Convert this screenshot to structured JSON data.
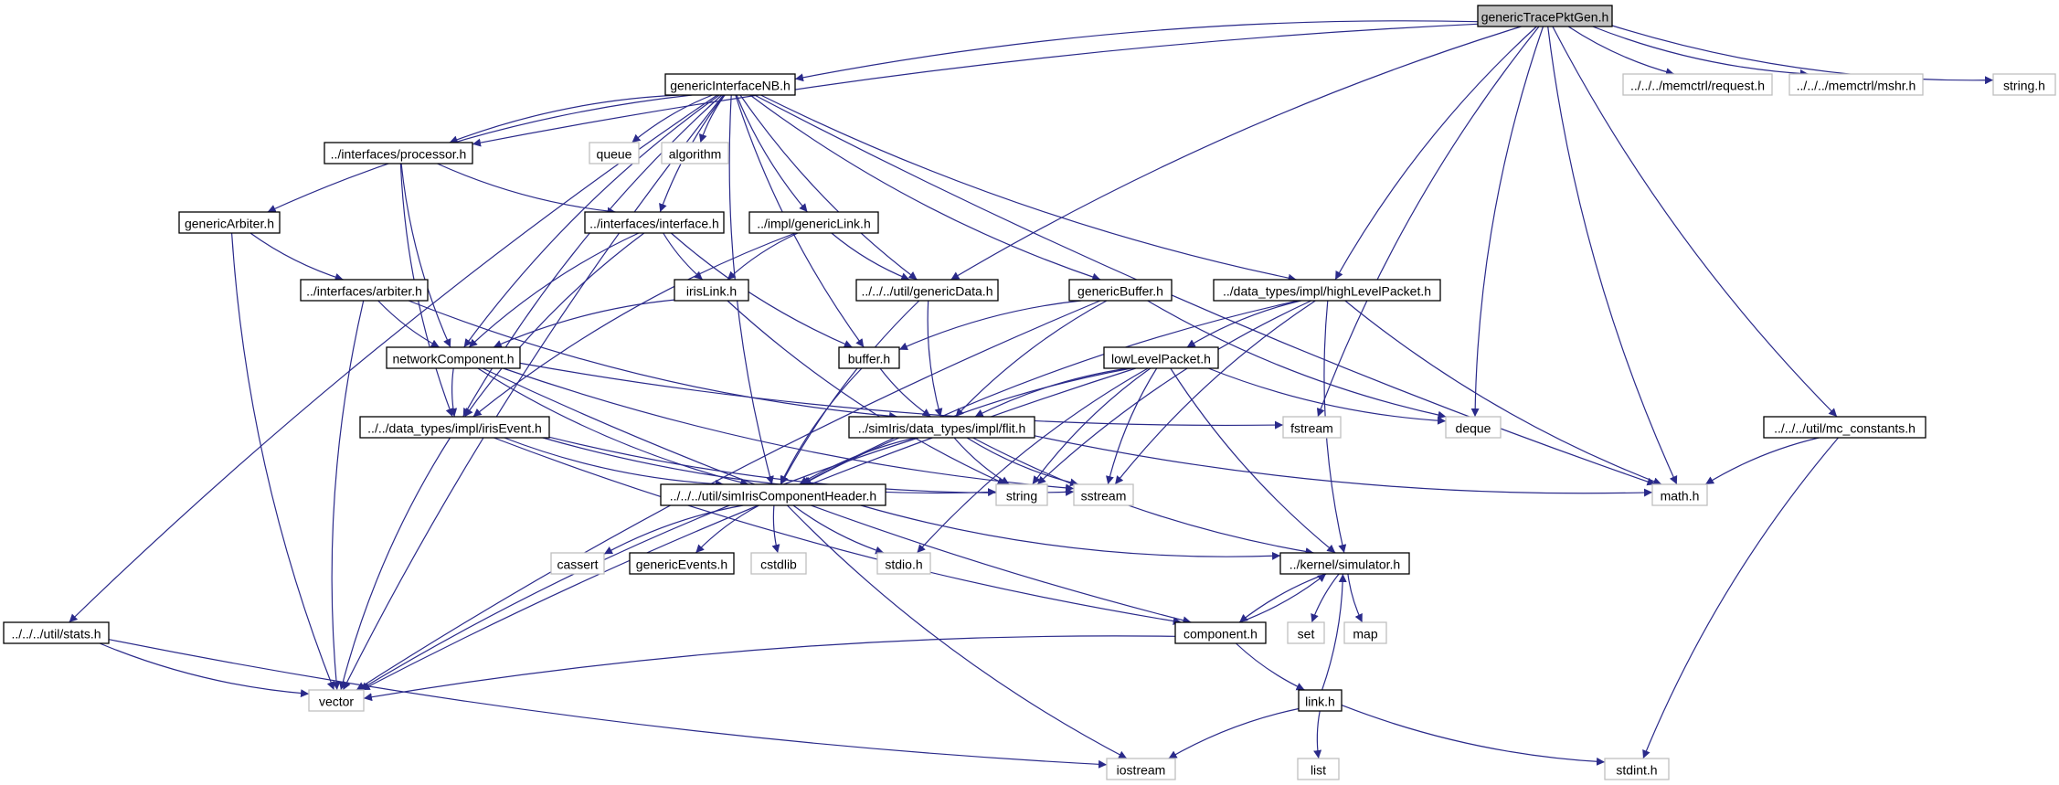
{
  "diagram": {
    "nodes": [
      {
        "id": "genericTracePktGen",
        "label": "genericTracePktGen.h",
        "kind": "root"
      },
      {
        "id": "genericInterfaceNB",
        "label": "genericInterfaceNB.h",
        "kind": "local"
      },
      {
        "id": "memctrl_request",
        "label": "../../../memctrl/request.h",
        "kind": "system"
      },
      {
        "id": "memctrl_mshr",
        "label": "../../../memctrl/mshr.h",
        "kind": "system"
      },
      {
        "id": "string_h",
        "label": "string.h",
        "kind": "system"
      },
      {
        "id": "processor",
        "label": "../interfaces/processor.h",
        "kind": "local"
      },
      {
        "id": "queue",
        "label": "queue",
        "kind": "system"
      },
      {
        "id": "algorithm",
        "label": "algorithm",
        "kind": "system"
      },
      {
        "id": "genericArbiter",
        "label": "genericArbiter.h",
        "kind": "local"
      },
      {
        "id": "interface",
        "label": "../interfaces/interface.h",
        "kind": "local"
      },
      {
        "id": "genericLink",
        "label": "../impl/genericLink.h",
        "kind": "local"
      },
      {
        "id": "arbiter",
        "label": "../interfaces/arbiter.h",
        "kind": "local"
      },
      {
        "id": "irisLink",
        "label": "irisLink.h",
        "kind": "local"
      },
      {
        "id": "genericData",
        "label": "../../../util/genericData.h",
        "kind": "local"
      },
      {
        "id": "genericBuffer",
        "label": "genericBuffer.h",
        "kind": "local"
      },
      {
        "id": "highLevelPacket",
        "label": "../data_types/impl/highLevelPacket.h",
        "kind": "local"
      },
      {
        "id": "networkComponent",
        "label": "networkComponent.h",
        "kind": "local"
      },
      {
        "id": "buffer",
        "label": "buffer.h",
        "kind": "local"
      },
      {
        "id": "lowLevelPacket",
        "label": "lowLevelPacket.h",
        "kind": "local"
      },
      {
        "id": "irisEvent",
        "label": "../../data_types/impl/irisEvent.h",
        "kind": "local"
      },
      {
        "id": "flit",
        "label": "../simIris/data_types/impl/flit.h",
        "kind": "local"
      },
      {
        "id": "fstream",
        "label": "fstream",
        "kind": "system"
      },
      {
        "id": "deque",
        "label": "deque",
        "kind": "system"
      },
      {
        "id": "mc_constants",
        "label": "../../../util/mc_constants.h",
        "kind": "local"
      },
      {
        "id": "simIrisComponentHeader",
        "label": "../../../util/simIrisComponentHeader.h",
        "kind": "local"
      },
      {
        "id": "string",
        "label": "string",
        "kind": "system"
      },
      {
        "id": "sstream",
        "label": "sstream",
        "kind": "system"
      },
      {
        "id": "math_h",
        "label": "math.h",
        "kind": "system"
      },
      {
        "id": "cassert",
        "label": "cassert",
        "kind": "system"
      },
      {
        "id": "genericEvents",
        "label": "genericEvents.h",
        "kind": "local"
      },
      {
        "id": "cstdlib",
        "label": "cstdlib",
        "kind": "system"
      },
      {
        "id": "stdio_h",
        "label": "stdio.h",
        "kind": "system"
      },
      {
        "id": "simulator",
        "label": "../kernel/simulator.h",
        "kind": "local"
      },
      {
        "id": "stats",
        "label": "../../../util/stats.h",
        "kind": "local"
      },
      {
        "id": "component",
        "label": "component.h",
        "kind": "local"
      },
      {
        "id": "set",
        "label": "set",
        "kind": "system"
      },
      {
        "id": "map",
        "label": "map",
        "kind": "system"
      },
      {
        "id": "vector",
        "label": "vector",
        "kind": "system"
      },
      {
        "id": "link",
        "label": "link.h",
        "kind": "local"
      },
      {
        "id": "iostream",
        "label": "iostream",
        "kind": "system"
      },
      {
        "id": "list",
        "label": "list",
        "kind": "system"
      },
      {
        "id": "stdint_h",
        "label": "stdint.h",
        "kind": "system"
      }
    ],
    "edges": [
      [
        "genericTracePktGen",
        "genericInterfaceNB"
      ],
      [
        "genericTracePktGen",
        "memctrl_request"
      ],
      [
        "genericTracePktGen",
        "memctrl_mshr"
      ],
      [
        "genericTracePktGen",
        "string_h"
      ],
      [
        "genericTracePktGen",
        "processor"
      ],
      [
        "genericTracePktGen",
        "genericData"
      ],
      [
        "genericTracePktGen",
        "highLevelPacket"
      ],
      [
        "genericTracePktGen",
        "fstream"
      ],
      [
        "genericTracePktGen",
        "deque"
      ],
      [
        "genericTracePktGen",
        "math_h"
      ],
      [
        "genericTracePktGen",
        "mc_constants"
      ],
      [
        "genericInterfaceNB",
        "processor"
      ],
      [
        "genericInterfaceNB",
        "queue"
      ],
      [
        "genericInterfaceNB",
        "algorithm"
      ],
      [
        "genericInterfaceNB",
        "genericArbiter"
      ],
      [
        "genericInterfaceNB",
        "interface"
      ],
      [
        "genericInterfaceNB",
        "genericLink"
      ],
      [
        "genericInterfaceNB",
        "genericData"
      ],
      [
        "genericInterfaceNB",
        "genericBuffer"
      ],
      [
        "genericInterfaceNB",
        "highLevelPacket"
      ],
      [
        "genericInterfaceNB",
        "networkComponent"
      ],
      [
        "genericInterfaceNB",
        "buffer"
      ],
      [
        "genericInterfaceNB",
        "irisEvent"
      ],
      [
        "genericInterfaceNB",
        "simIrisComponentHeader"
      ],
      [
        "genericInterfaceNB",
        "math_h"
      ],
      [
        "genericInterfaceNB",
        "stats"
      ],
      [
        "genericInterfaceNB",
        "vector"
      ],
      [
        "processor",
        "interface"
      ],
      [
        "processor",
        "networkComponent"
      ],
      [
        "processor",
        "irisEvent"
      ],
      [
        "genericArbiter",
        "arbiter"
      ],
      [
        "genericArbiter",
        "vector"
      ],
      [
        "interface",
        "irisLink"
      ],
      [
        "interface",
        "networkComponent"
      ],
      [
        "interface",
        "buffer"
      ],
      [
        "interface",
        "irisEvent"
      ],
      [
        "genericLink",
        "irisLink"
      ],
      [
        "genericLink",
        "genericData"
      ],
      [
        "genericLink",
        "irisEvent"
      ],
      [
        "arbiter",
        "networkComponent"
      ],
      [
        "arbiter",
        "flit"
      ],
      [
        "arbiter",
        "vector"
      ],
      [
        "irisLink",
        "networkComponent"
      ],
      [
        "irisLink",
        "string"
      ],
      [
        "genericData",
        "flit"
      ],
      [
        "genericData",
        "simIrisComponentHeader"
      ],
      [
        "genericBuffer",
        "buffer"
      ],
      [
        "genericBuffer",
        "flit"
      ],
      [
        "genericBuffer",
        "deque"
      ],
      [
        "genericBuffer",
        "vector"
      ],
      [
        "highLevelPacket",
        "lowLevelPacket"
      ],
      [
        "highLevelPacket",
        "simIrisComponentHeader"
      ],
      [
        "highLevelPacket",
        "string"
      ],
      [
        "highLevelPacket",
        "sstream"
      ],
      [
        "highLevelPacket",
        "math_h"
      ],
      [
        "highLevelPacket",
        "simulator"
      ],
      [
        "networkComponent",
        "irisEvent"
      ],
      [
        "networkComponent",
        "simIrisComponentHeader"
      ],
      [
        "networkComponent",
        "fstream"
      ],
      [
        "networkComponent",
        "sstream"
      ],
      [
        "networkComponent",
        "component"
      ],
      [
        "buffer",
        "flit"
      ],
      [
        "buffer",
        "simIrisComponentHeader"
      ],
      [
        "lowLevelPacket",
        "flit"
      ],
      [
        "lowLevelPacket",
        "simIrisComponentHeader"
      ],
      [
        "lowLevelPacket",
        "deque"
      ],
      [
        "lowLevelPacket",
        "string"
      ],
      [
        "lowLevelPacket",
        "sstream"
      ],
      [
        "lowLevelPacket",
        "stdio_h"
      ],
      [
        "lowLevelPacket",
        "simulator"
      ],
      [
        "lowLevelPacket",
        "vector"
      ],
      [
        "irisEvent",
        "simIrisComponentHeader"
      ],
      [
        "irisEvent",
        "string"
      ],
      [
        "irisEvent",
        "sstream"
      ],
      [
        "irisEvent",
        "component"
      ],
      [
        "irisEvent",
        "vector"
      ],
      [
        "flit",
        "simIrisComponentHeader"
      ],
      [
        "flit",
        "string"
      ],
      [
        "flit",
        "sstream"
      ],
      [
        "flit",
        "math_h"
      ],
      [
        "flit",
        "simulator"
      ],
      [
        "flit",
        "vector"
      ],
      [
        "mc_constants",
        "math_h"
      ],
      [
        "mc_constants",
        "stdint_h"
      ],
      [
        "simIrisComponentHeader",
        "cassert"
      ],
      [
        "simIrisComponentHeader",
        "genericEvents"
      ],
      [
        "simIrisComponentHeader",
        "cstdlib"
      ],
      [
        "simIrisComponentHeader",
        "stdio_h"
      ],
      [
        "simIrisComponentHeader",
        "simulator"
      ],
      [
        "simIrisComponentHeader",
        "iostream"
      ],
      [
        "simulator",
        "component"
      ],
      [
        "simulator",
        "set"
      ],
      [
        "simulator",
        "map"
      ],
      [
        "component",
        "simulator"
      ],
      [
        "component",
        "vector"
      ],
      [
        "component",
        "link"
      ],
      [
        "link",
        "simulator"
      ],
      [
        "link",
        "iostream"
      ],
      [
        "link",
        "list"
      ],
      [
        "link",
        "stdint_h"
      ],
      [
        "stats",
        "vector"
      ],
      [
        "stats",
        "iostream"
      ]
    ]
  }
}
